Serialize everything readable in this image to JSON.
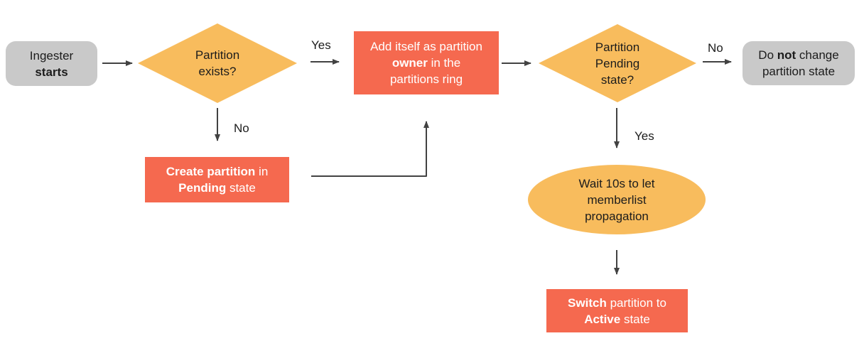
{
  "colors": {
    "background": "#ffffff",
    "node_red": "#F5694F",
    "node_orange": "#F8BC5D",
    "node_gray": "#C9C9C9",
    "arrow": "#424242",
    "text_dark": "#1c1c1c",
    "text_light": "#ffffff"
  },
  "nodes": {
    "ingester_starts": {
      "line1": "Ingester",
      "line2_bold": "starts"
    },
    "partition_exists": {
      "line1": "Partition",
      "line2": "exists?"
    },
    "add_owner": {
      "line1": "Add itself as partition",
      "line2_bold": "owner",
      "line2_rest": " in the",
      "line3": "partitions ring"
    },
    "create_partition": {
      "line1_bold": "Create partition",
      "line1_rest": " in",
      "line2_bold": "Pending",
      "line2_rest": " state"
    },
    "partition_pending": {
      "line1": "Partition",
      "line2": "Pending",
      "line3": "state?"
    },
    "do_not_change": {
      "line1_pre": "Do ",
      "line1_bold": "not",
      "line1_post": " change",
      "line2": "partition state"
    },
    "wait_memberlist": {
      "line1": "Wait 10s to let",
      "line2": "memberlist",
      "line3": "propagation"
    },
    "switch_active": {
      "line1_bold": "Switch",
      "line1_rest": " partition to",
      "line2_bold": "Active",
      "line2_rest": " state"
    }
  },
  "edge_labels": {
    "exists_yes": "Yes",
    "exists_no": "No",
    "pending_yes": "Yes",
    "pending_no": "No"
  }
}
